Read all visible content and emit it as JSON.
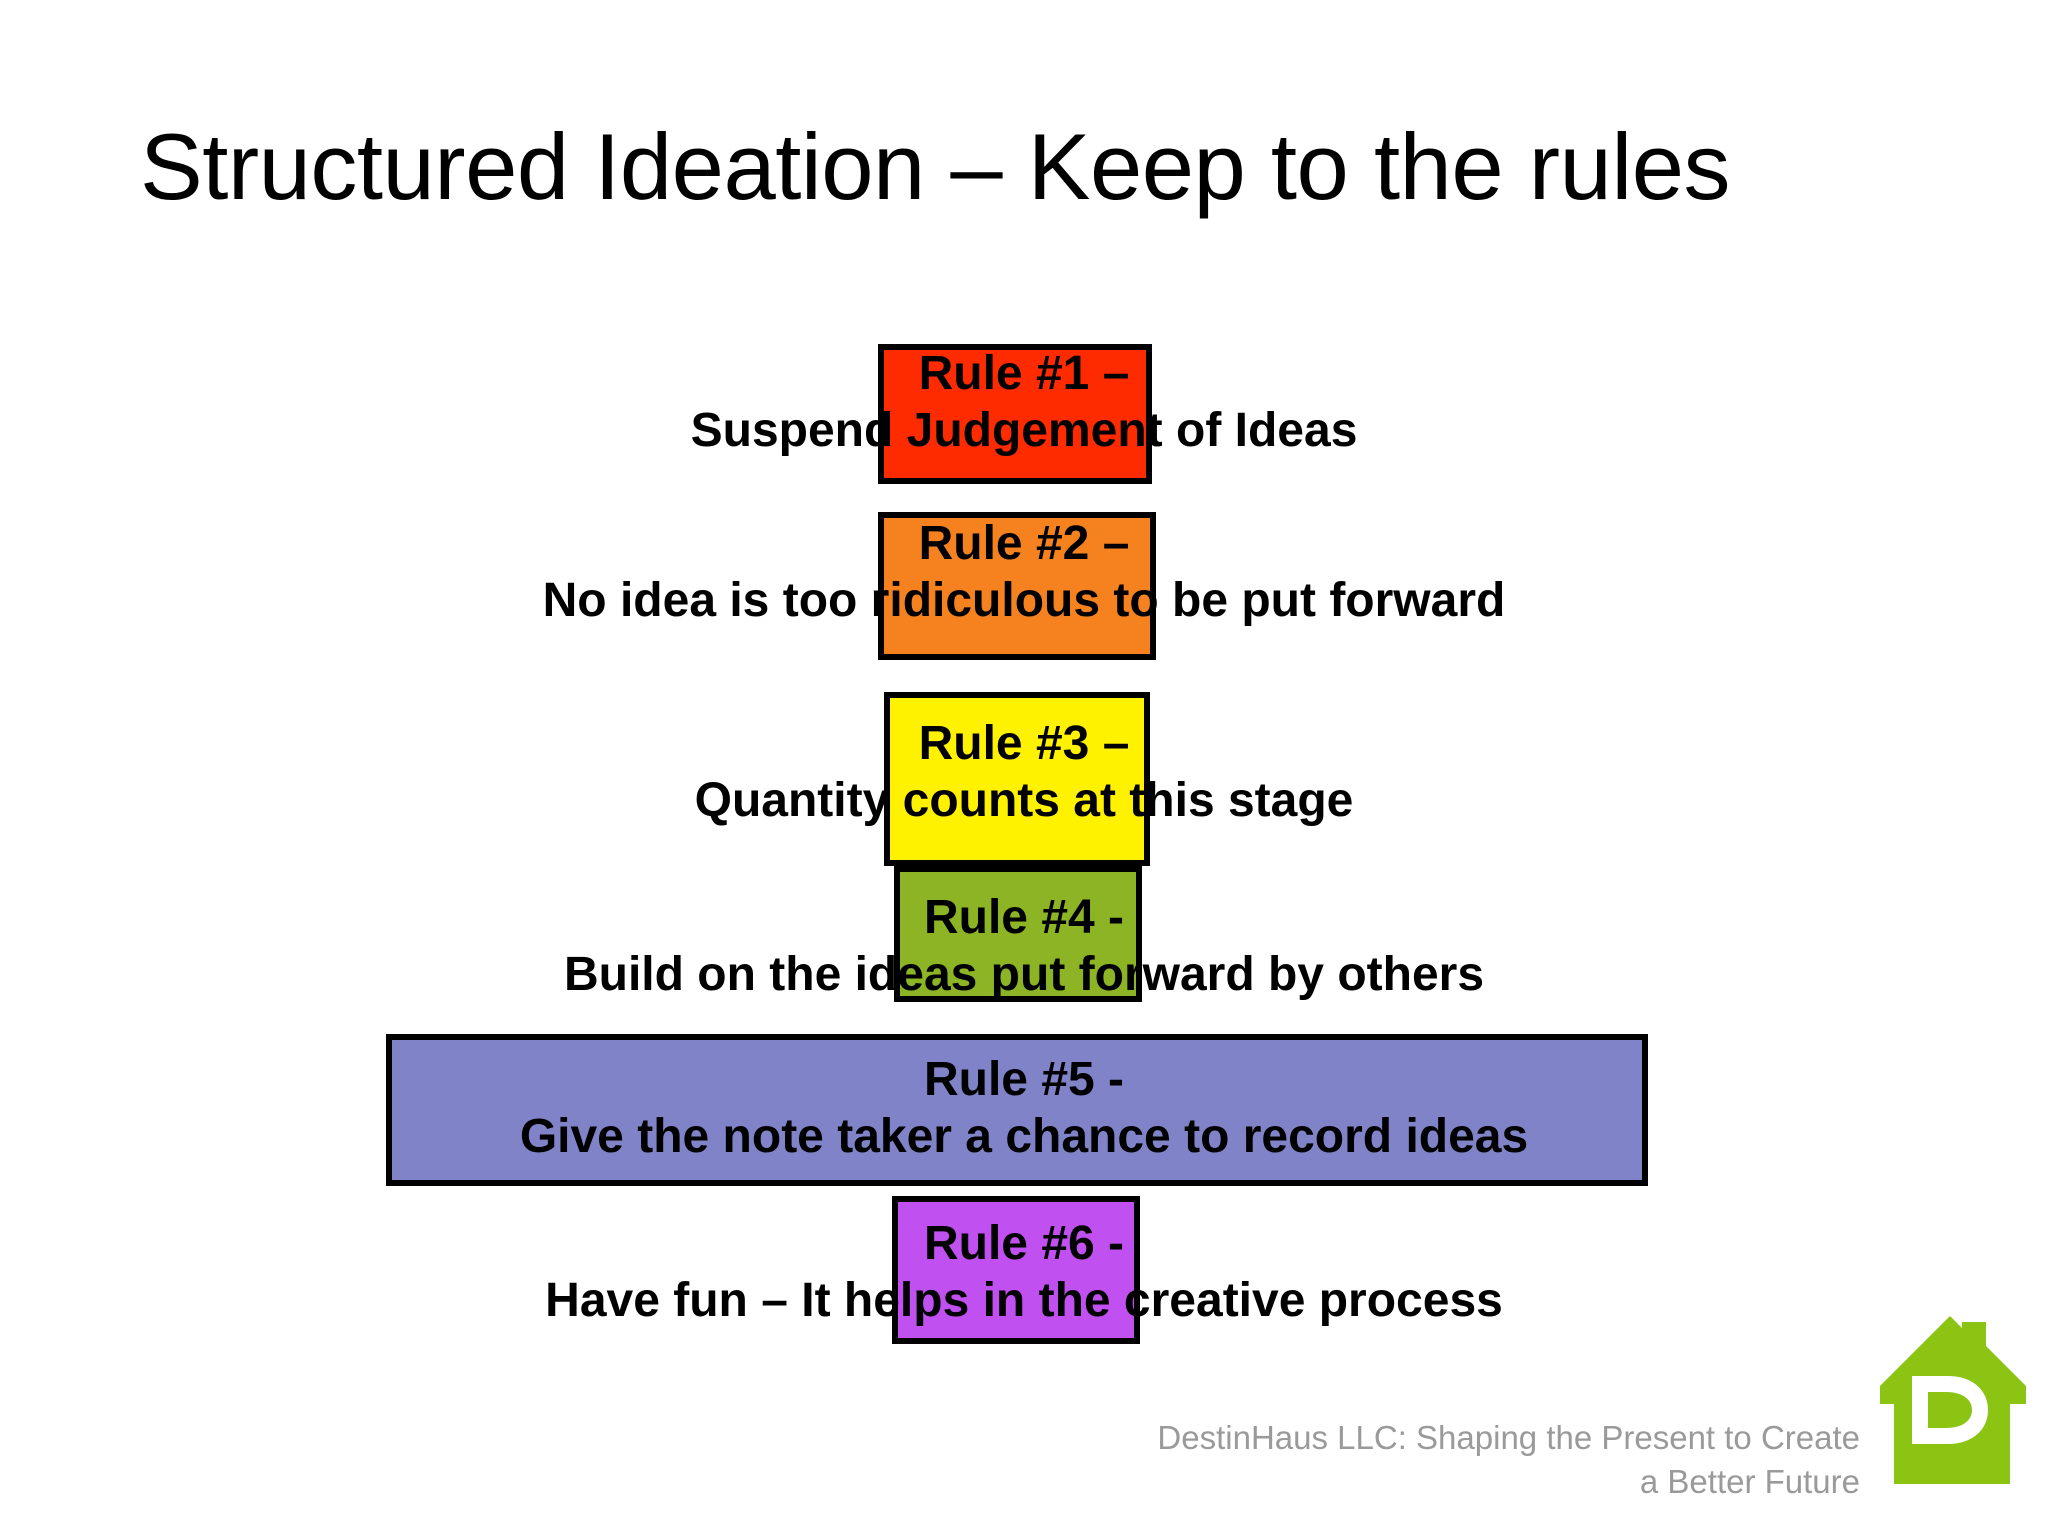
{
  "slide": {
    "title": "Structured Ideation – Keep to the rules",
    "background": "#FFFFFF"
  },
  "rules": [
    {
      "id": "rule-1",
      "heading": "Rule #1 –",
      "body": "Suspend Judgement of Ideas",
      "full_text": "Rule #1 –\nSuspend Judgement of Ideas",
      "color": "#FF2B00",
      "color_name": "red"
    },
    {
      "id": "rule-2",
      "heading": "Rule #2 –",
      "body": "No idea is too ridiculous to be put forward",
      "full_text": "Rule #2 –\nNo idea is too ridiculous to be put forward",
      "color": "#F5821F",
      "color_name": "orange"
    },
    {
      "id": "rule-3",
      "heading": "Rule #3 –",
      "body": "Quantity counts at this stage",
      "full_text": "Rule #3 –\nQuantity counts at this stage",
      "color": "#FFF200",
      "color_name": "yellow"
    },
    {
      "id": "rule-4",
      "heading": "Rule #4 -",
      "body": "Build on the ideas put forward by others",
      "full_text": "Rule #4 -\nBuild on the ideas put forward by others",
      "color": "#8CB424",
      "color_name": "green"
    },
    {
      "id": "rule-5",
      "heading": "Rule #5 -",
      "body": "Give the note taker a chance to record ideas",
      "full_text": "Rule #5 -\nGive the note taker a chance to record ideas",
      "color": "#8083C8",
      "color_name": "periwinkle-blue"
    },
    {
      "id": "rule-6",
      "heading": "Rule #6 -",
      "body": "Have fun – It helps in the creative process",
      "full_text": "Rule #6 -\nHave fun – It helps in the creative process",
      "color": "#C050F0",
      "color_name": "purple"
    }
  ],
  "footer": {
    "text": "DestinHaus LLC: Shaping the Present to Create\na Better Future",
    "line1": "DestinHaus LLC: Shaping the Present to Create",
    "line2": "a Better Future",
    "color": "#9A9A9A"
  },
  "logo": {
    "name": "destinhaus-house-logo",
    "letter": "D",
    "color": "#8CC413",
    "letter_color": "#FFFFFF"
  }
}
